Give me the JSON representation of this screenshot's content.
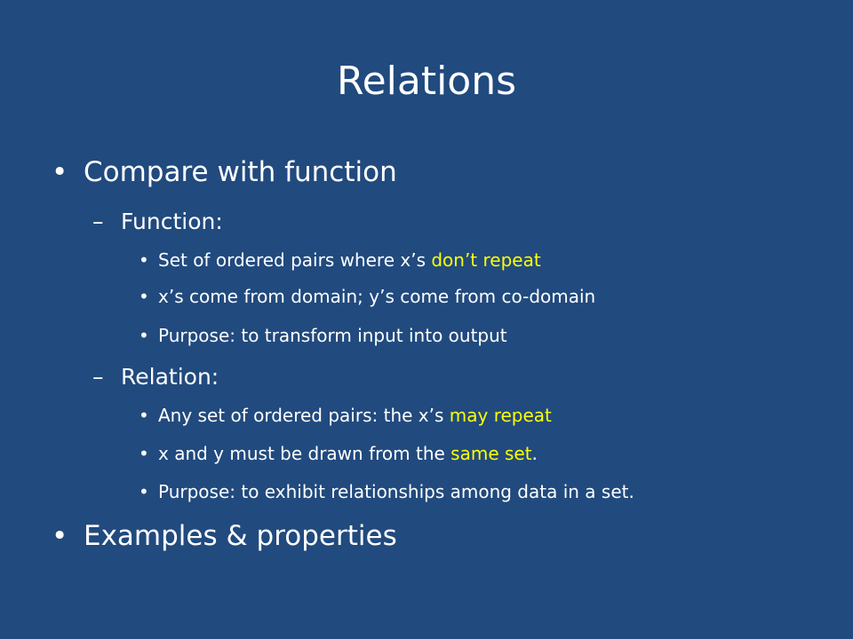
{
  "slide": {
    "title": "Relations",
    "colors": {
      "background": "#214a7e",
      "text": "#ffffff",
      "highlight": "#ffff00"
    },
    "bullets": {
      "level1": "•",
      "level2": "–",
      "level3": "•"
    },
    "items": {
      "compare": "Compare with function",
      "function_heading": "Function:",
      "function_points": {
        "p1_pre": "Set of ordered pairs where x’s ",
        "p1_hl": "don’t repeat",
        "p2": "x’s come from domain; y’s come from co-domain",
        "p3": "Purpose:  to transform input into output"
      },
      "relation_heading": "Relation:",
      "relation_points": {
        "p1_pre": "Any set of ordered pairs:  the x’s ",
        "p1_hl": "may repeat",
        "p2_pre": "x and y must be drawn from the ",
        "p2_hl": "same set",
        "p2_post": ".",
        "p3": "Purpose:  to exhibit relationships among data in a set."
      },
      "examples": "Examples & properties"
    }
  }
}
